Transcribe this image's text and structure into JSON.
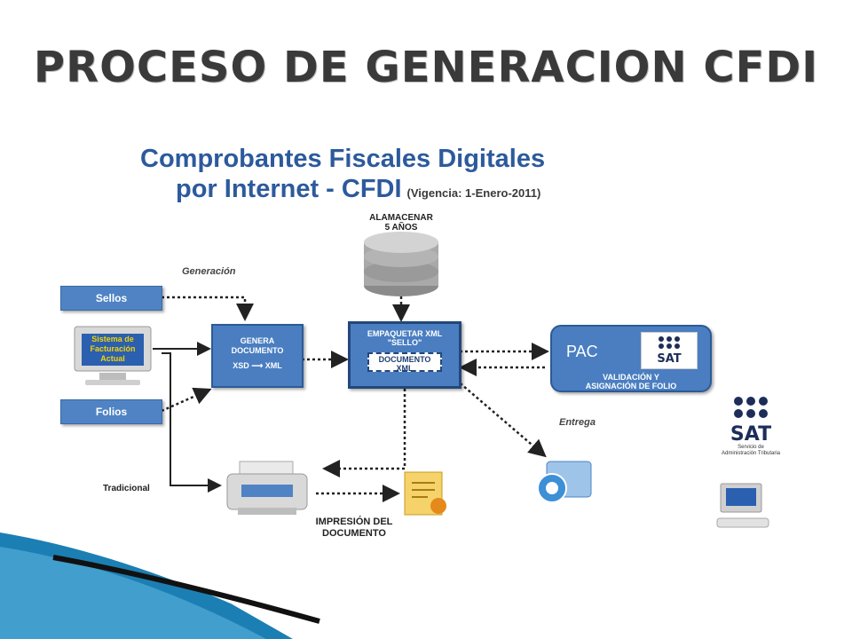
{
  "slide": {
    "title": "PROCESO DE GENERACION CFDI"
  },
  "diagram": {
    "title_line1": "Comprobantes Fiscales Digitales",
    "title_line2": "por Internet - CFDI",
    "vigencia": "(Vigencia: 1-Enero-2011)",
    "almacenar": [
      "ALAMACENAR",
      "5 AÑOS"
    ],
    "generacion": "Generación",
    "sellos": "Sellos",
    "folios": "Folios",
    "sistema": [
      "Sistema de",
      "Facturación",
      "Actual"
    ],
    "genera": [
      "GENERA",
      "DOCUMENTO"
    ],
    "xsd": "XSD",
    "xml": "XML",
    "empaquetar": [
      "EMPAQUETAR XML",
      "\"SELLO\""
    ],
    "documento_xml": [
      "DOCUMENTO",
      "XML"
    ],
    "pac": "PAC",
    "validacion": [
      "VALIDACIÓN Y",
      "ASIGNACIÓN DE FOLIO"
    ],
    "entrega": "Entrega",
    "tradicional": "Tradicional",
    "impresion": [
      "IMPRESIÓN DEL",
      "DOCUMENTO"
    ],
    "sat_logo": "SAT",
    "sat_sub": [
      "Servicio de",
      "Administración Tributaria"
    ]
  },
  "colors": {
    "box_blue": "#4f83c4",
    "title_blue": "#2c5a9c",
    "dark_navy": "#23477a",
    "corner_blue": "#1c7fb3"
  }
}
